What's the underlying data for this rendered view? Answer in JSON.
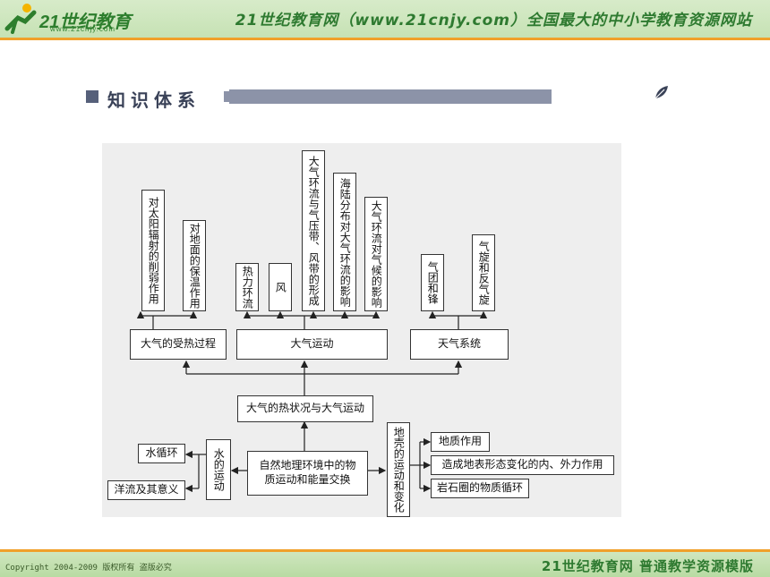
{
  "header": {
    "logo_text": "21世纪教育",
    "logo_sub": "www.21cnjy.com",
    "slogan": "21世纪教育网（www.21cnjy.com）全国最大的中小学教育资源网站"
  },
  "section": {
    "title": "知识体系"
  },
  "diagram": {
    "col_top": [
      "对太阳辐射的削弱作用",
      "对地面的保温作用",
      "热力环流",
      "风",
      "大气环流与气压带、风带的形成",
      "海陆分布对大气环流的影响",
      "大气环流对气候的影响",
      "气团和锋",
      "气旋和反气旋"
    ],
    "mid": [
      "大气的受热过程",
      "大气运动",
      "天气系统"
    ],
    "center_top": "大气的热状况与大气运动",
    "core": "自然地理环境中的物质运动和能量交换",
    "water": "水的运动",
    "water_items": [
      "水循环",
      "洋流及其意义"
    ],
    "crust": "地壳的运动和变化",
    "crust_items": [
      "地质作用",
      "造成地表形态变化的内、外力作用",
      "岩石圈的物质循环"
    ]
  },
  "footer": {
    "copyright": "Copyright 2004-2009 版权所有 盗版必究",
    "right": "21世纪教育网    普通教学资源模版"
  }
}
